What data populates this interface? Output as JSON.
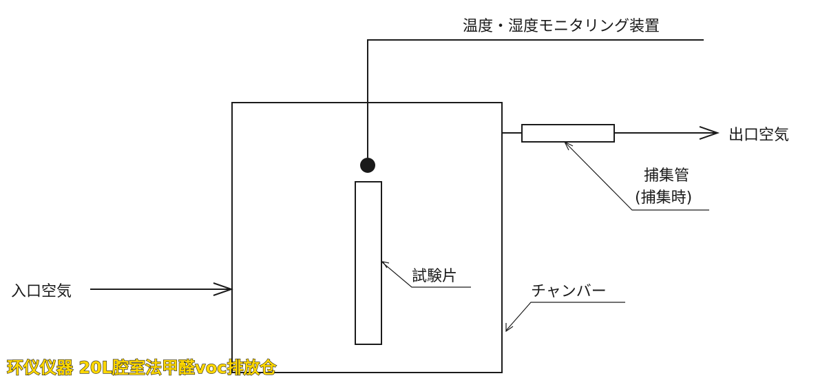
{
  "labels": {
    "monitor": "温度・湿度モニタリング装置",
    "outlet_air": "出口空気",
    "capture_tube": "捕集管",
    "capture_time": "(捕集時)",
    "specimen": "試験片",
    "chamber": "チャンバー",
    "inlet_air": "入口空気"
  },
  "watermark": "环仪仪器 20L腔室法甲醛voc排放仓",
  "colors": {
    "line": "#1a1a1a",
    "background": "#ffffff",
    "watermark_fill": "#ffd800"
  }
}
